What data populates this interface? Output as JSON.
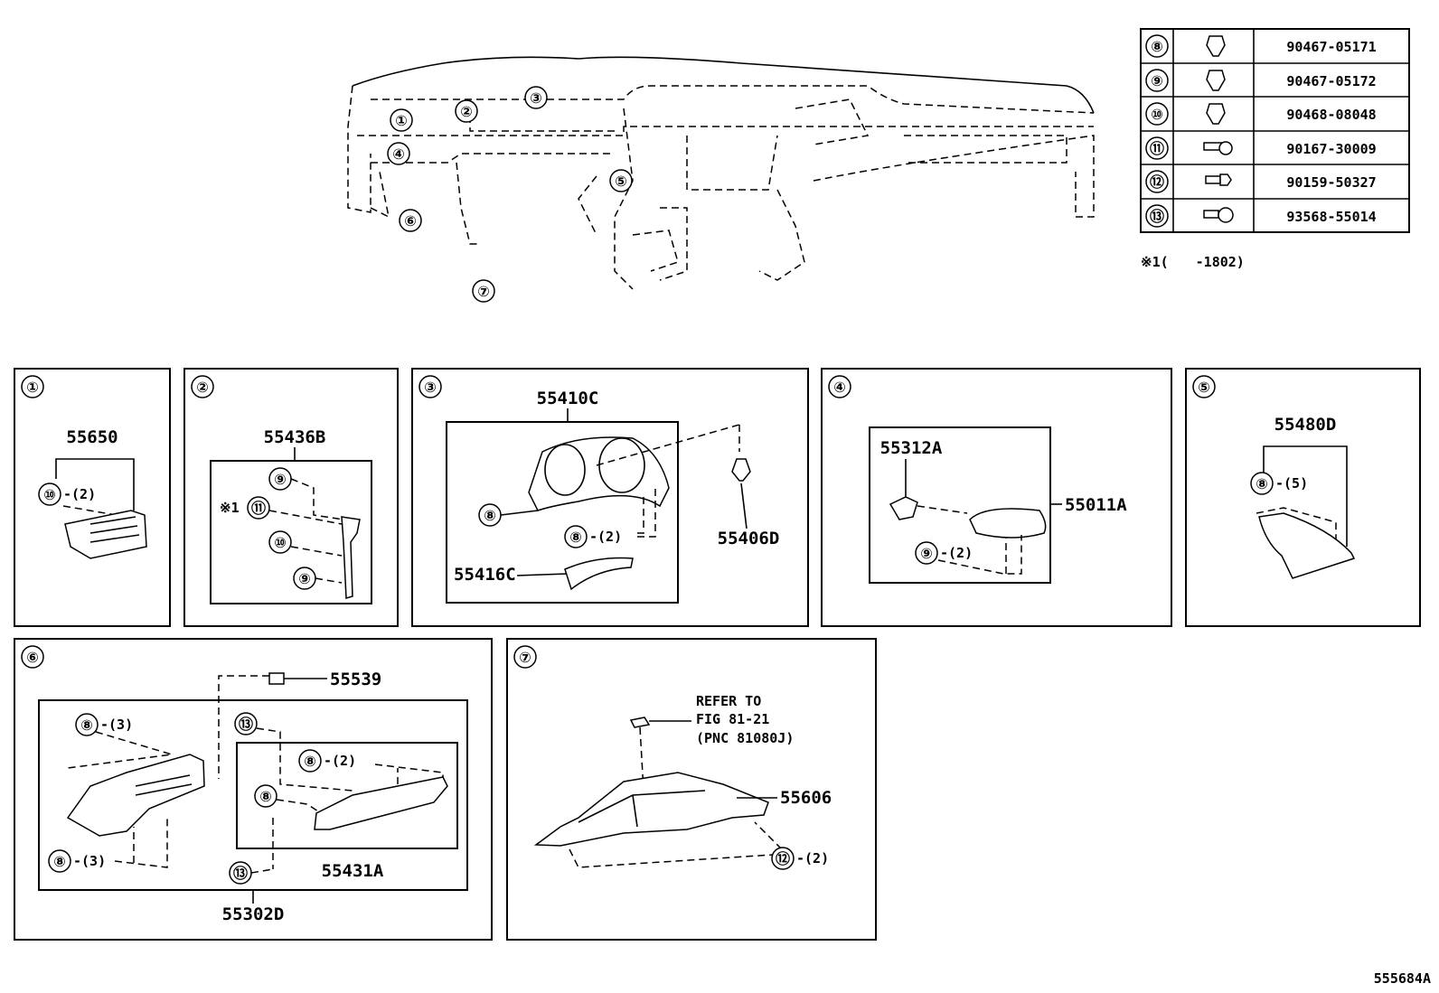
{
  "callouts": [
    "①",
    "②",
    "③",
    "④",
    "⑤",
    "⑥",
    "⑦",
    "⑧",
    "⑨",
    "⑩",
    "⑪",
    "⑫",
    "⑬"
  ],
  "fastener_table": [
    {
      "ref": "⑧",
      "icon": "clip-icon",
      "part": "90467-05171"
    },
    {
      "ref": "⑨",
      "icon": "clip-icon",
      "part": "90467-05172"
    },
    {
      "ref": "⑩",
      "icon": "clip-icon",
      "part": "90468-08048"
    },
    {
      "ref": "⑪",
      "icon": "screw-icon",
      "part": "90167-30009"
    },
    {
      "ref": "⑫",
      "icon": "bolt-icon",
      "part": "90159-50327"
    },
    {
      "ref": "⑬",
      "icon": "bolt-icon",
      "part": "93568-55014"
    }
  ],
  "note": "※1(　　-1802)",
  "panels": {
    "p1": {
      "part": "55650",
      "qty": "-(2)"
    },
    "p2": {
      "part": "55436B",
      "note_mark": "※1"
    },
    "p3": {
      "part_main": "55410C",
      "part_clip": "55406D",
      "part_lower": "55416C",
      "qty": "-(2)"
    },
    "p4": {
      "part_inner": "55312A",
      "part_main": "55011A",
      "qty": "-(2)"
    },
    "p5": {
      "part": "55480D",
      "qty": "-(5)"
    },
    "p6": {
      "part_top": "55539",
      "part_inner": "55431A",
      "part_main": "55302D",
      "qty_a": "-(3)",
      "qty_b": "-(3)",
      "qty_c": "-(2)"
    },
    "p7": {
      "ref_line1": "REFER TO",
      "ref_line2": "FIG 81-21",
      "ref_line3": "(PNC 81080J)",
      "part": "55606",
      "qty": "-(2)"
    }
  },
  "figure_id": "555684A"
}
